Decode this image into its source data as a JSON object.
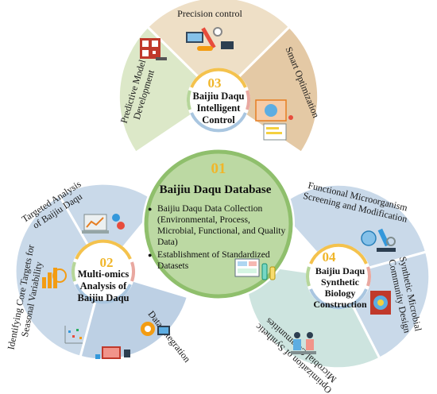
{
  "center": {
    "number": "01",
    "title": "Baijiu Daqu Database",
    "bullets": [
      "Baijiu Daqu Data Collection (Environmental, Process, Microbial, Functional, and Quality Data)",
      "Establishment of Standardized Datasets"
    ]
  },
  "hub_control": {
    "number": "03",
    "title_lines": [
      "Baijiu Daqu",
      "Intelligent",
      "Control"
    ],
    "segments": {
      "precision": "Precision control",
      "smart": "Smart Optimization",
      "predictive_lines": [
        "Predictive Model",
        "Development"
      ]
    }
  },
  "hub_omics": {
    "number": "02",
    "title_lines": [
      "Multi-omics",
      "Analysis of",
      "Baijiu Daqu"
    ],
    "segments": {
      "targeted_lines": [
        "Targeted Analysis",
        "of Baijiu Daqu"
      ],
      "identify_lines": [
        "Identifying Core Targets for",
        "Seasonal Variability"
      ],
      "integration": "Data Integration"
    }
  },
  "hub_synbio": {
    "number": "04",
    "title_lines": [
      "Baijiu Daqu",
      "Synthetic",
      "Biology",
      "Construction"
    ],
    "segments": {
      "functional_lines": [
        "Functional Microorganism",
        "Screening and Modification"
      ],
      "community_lines": [
        "Synthetic Microbial",
        "Community Design"
      ],
      "optimization_lines": [
        "Optimization of Synthetic",
        "Microbial Communities"
      ]
    }
  },
  "icons": [
    "qr-code-icon",
    "tools-icon",
    "strategy-icon",
    "bar-chart-icon",
    "laptop-chart-icon",
    "scatter-icon",
    "gear-icon",
    "monitor-icon",
    "microscope-icon",
    "microbe-icon",
    "lab-workers-icon",
    "database-icon"
  ],
  "colors": {
    "beige": "#eedfc6",
    "tan": "#e4c9a5",
    "green": "#dce8c8",
    "blue": "#c9d9e9",
    "blue_dark": "#bdd0e4",
    "teal": "#cde4df",
    "center_fill": "#bcd9a3",
    "center_ring": "#8fbf6c",
    "gold": "#f0b62a"
  }
}
